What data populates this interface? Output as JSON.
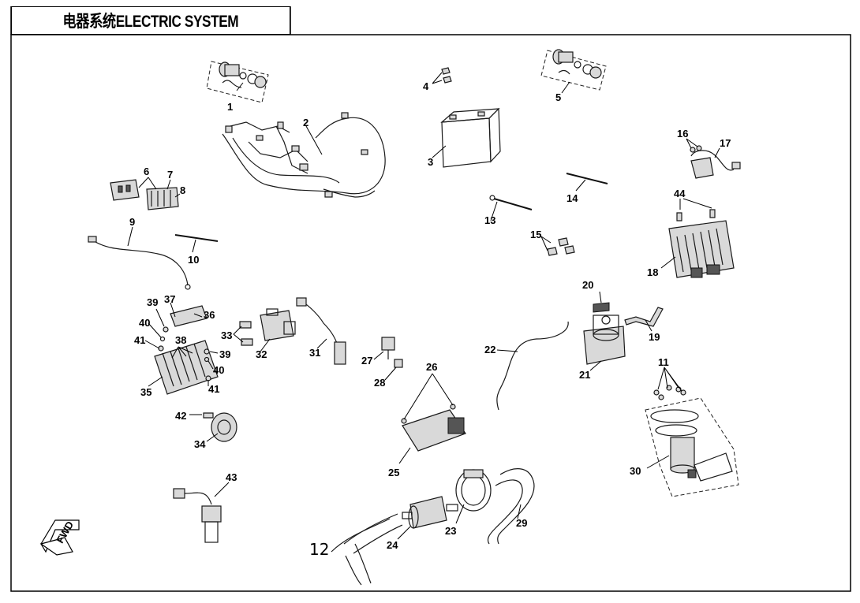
{
  "title": "电器系统ELECTRIC SYSTEM",
  "arrow_label": "FWD",
  "labels": [
    "1",
    "2",
    "3",
    "4",
    "5",
    "6",
    "7",
    "8",
    "9",
    "10",
    "11",
    "12",
    "13",
    "14",
    "15",
    "16",
    "17",
    "18",
    "19",
    "20",
    "21",
    "22",
    "23",
    "24",
    "25",
    "26",
    "27",
    "28",
    "29",
    "30",
    "31",
    "32",
    "33",
    "34",
    "35",
    "36",
    "37",
    "38",
    "39",
    "40",
    "41",
    "42",
    "43",
    "44"
  ],
  "repeat_labels": {
    "39b": "39",
    "40b": "40",
    "41b": "41"
  }
}
